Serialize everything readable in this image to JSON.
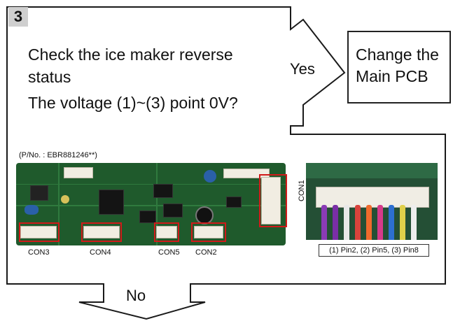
{
  "step": "3",
  "question": {
    "line1": "Check the ice maker reverse",
    "line2": "status",
    "line3": "The voltage (1)~(3) point 0V?"
  },
  "branch_yes": "Yes",
  "branch_no": "No",
  "result": {
    "line1": "Change the",
    "line2": "Main PCB"
  },
  "part_number": "(P/No. : EBR881246**)",
  "connectors": {
    "con3": "CON3",
    "con4": "CON4",
    "con5": "CON5",
    "con2": "CON2",
    "con1": "CON1"
  },
  "pin_note": "(1) Pin2, (2) Pin5, (3) Pin8",
  "colors": {
    "highlight": "#d11a1a",
    "badge": "#cfcfcf",
    "pcb": "#1f5a2c"
  }
}
